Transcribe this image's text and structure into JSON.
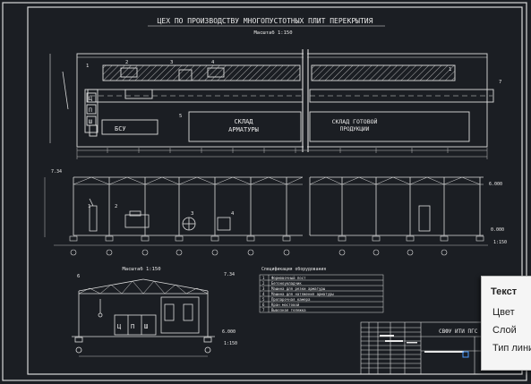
{
  "drawing": {
    "title": "ЦЕХ ПО ПРОИЗВОДСТВУ МНОГОПУСТОТНЫХ ПЛИТ ПЕРЕКРЫТИЯ",
    "scale": "Масштаб 1:150",
    "plan": {
      "labels": {
        "bsu": "БСУ",
        "c": "Ц",
        "p": "П",
        "sh": "Ш",
        "sklad_armatury_1": "СКЛАД",
        "sklad_armatury_2": "АРМАТУРЫ",
        "sklad_gotovoy_1": "СКЛАД ГОТОВОЙ",
        "sklad_gotovoy_2": "ПРОДУКЦИИ"
      },
      "callouts": [
        "1",
        "2",
        "3",
        "4",
        "5",
        "7",
        "1"
      ]
    },
    "elevation": {
      "left_mark": "7.34",
      "right_top_mark": "6.000",
      "right_bottom_mark": "0.000",
      "right_scale": "1:150",
      "callouts": [
        "1",
        "2",
        "3",
        "4"
      ]
    },
    "section": {
      "scale": "Масштаб 1:150",
      "top_mark": "7.34",
      "right_mark": "6.000",
      "bottom_mark": "1:150",
      "callout": "6",
      "c": "Ц",
      "p": "П",
      "sh": "Ш"
    },
    "legend": {
      "title": "Спецификация оборудования",
      "rows": [
        {
          "no": "1",
          "text": "Формовочный пост"
        },
        {
          "no": "2",
          "text": "Бетоноукладчик"
        },
        {
          "no": "3",
          "text": "Машина для резки арматуры"
        },
        {
          "no": "4",
          "text": "Машина для натяжения арматуры"
        },
        {
          "no": "5",
          "text": "Пропарочная камера"
        },
        {
          "no": "6",
          "text": "Кран мостовой"
        },
        {
          "no": "7",
          "text": "Вывозная тележка"
        }
      ]
    },
    "stamp": {
      "title": "СВФУ ИТИ ПГС"
    }
  },
  "context_menu": {
    "title": "Текст",
    "items": [
      "Цвет",
      "Слой",
      "Тип линий"
    ]
  }
}
